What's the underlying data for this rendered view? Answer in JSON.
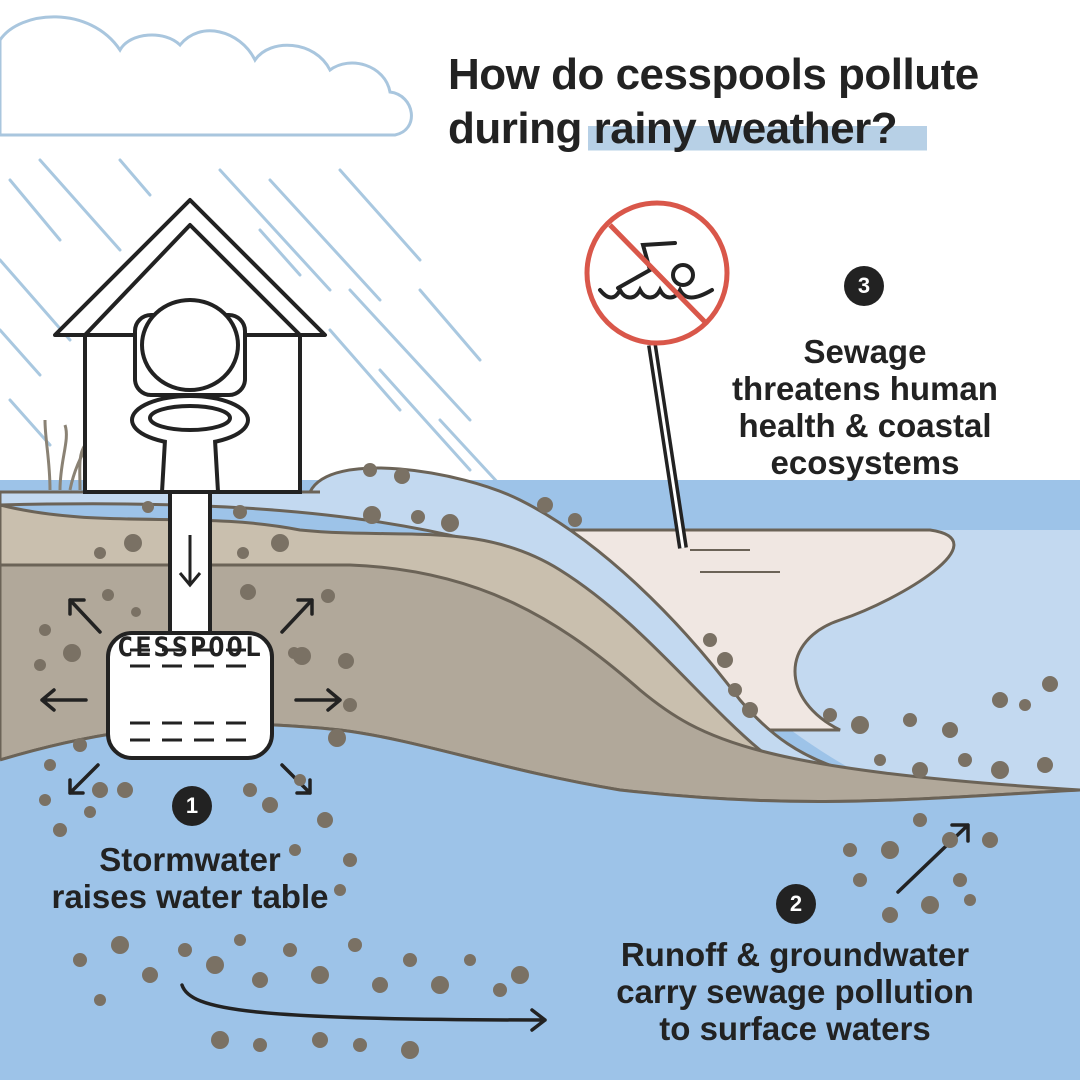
{
  "title": {
    "line1": "How do cesspools pollute",
    "line2_prefix": "during ",
    "line2_highlight": "rainy weather?"
  },
  "cesspool_label": "CESSPOOL",
  "steps": [
    {
      "number": "1",
      "text_line1": "Stormwater",
      "text_line2": "raises water table"
    },
    {
      "number": "2",
      "text_line1": "Runoff & groundwater",
      "text_line2": "carry sewage pollution",
      "text_line3": "to surface waters"
    },
    {
      "number": "3",
      "text_line1": "Sewage",
      "text_line2": "threatens human",
      "text_line3": "health & coastal",
      "text_line4": "ecosystems"
    }
  ],
  "icons": [
    "cloud-icon",
    "rain-icon",
    "outhouse-icon",
    "toilet-icon",
    "no-swimming-sign-icon",
    "arrow-icon"
  ],
  "colors": {
    "groundwater": "#9dc3e8",
    "surface_water": "#c3d9f0",
    "soil_light": "#c9bfae",
    "soil_dark": "#b1a89a",
    "sediment": "#7a7164",
    "sign_red": "#d9574a",
    "beach": "#f0e7e2"
  }
}
